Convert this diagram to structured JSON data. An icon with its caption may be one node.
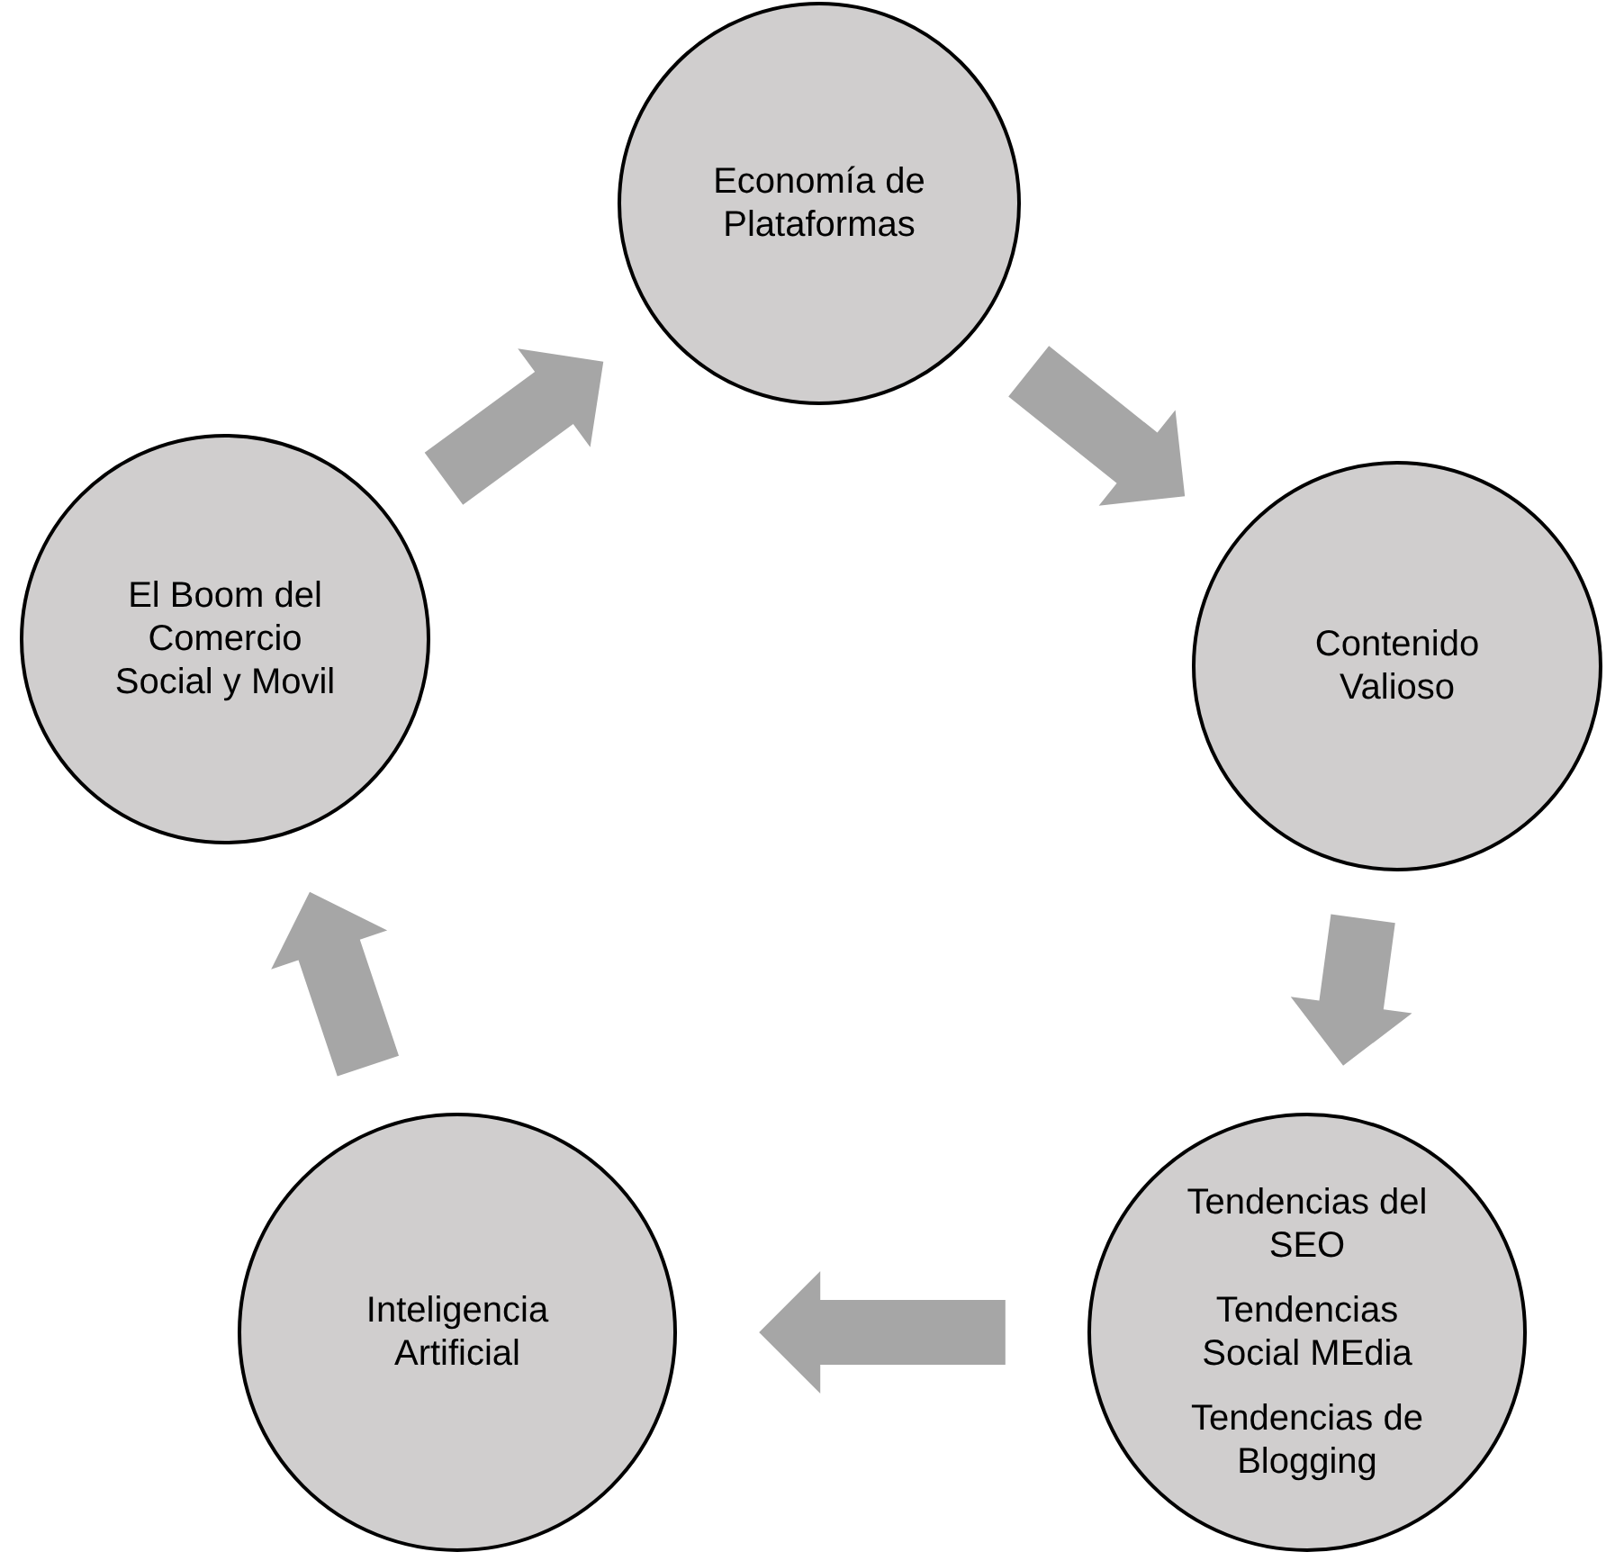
{
  "diagram": {
    "nodes": [
      {
        "text": [
          "Economía de Plataformas"
        ]
      },
      {
        "text": [
          "Contenido Valioso"
        ]
      },
      {
        "text": [
          "Tendencias del SEO",
          "Tendencias Social MEdia",
          "Tendencias de Blogging"
        ]
      },
      {
        "text": [
          "Inteligencia Artificial"
        ]
      },
      {
        "text": [
          "El Boom del Comercio Social y Movil"
        ]
      }
    ],
    "edges": [
      {
        "from": 0,
        "to": 1,
        "arrow": "to",
        "style": "thick"
      },
      {
        "from": 1,
        "to": 2,
        "arrow": "to",
        "style": "thick"
      },
      {
        "from": 2,
        "to": 3,
        "arrow": "to",
        "style": "thick"
      },
      {
        "from": 3,
        "to": 4,
        "arrow": "to",
        "style": "thick"
      },
      {
        "from": 4,
        "to": 0,
        "arrow": "to",
        "style": "thick"
      }
    ]
  }
}
